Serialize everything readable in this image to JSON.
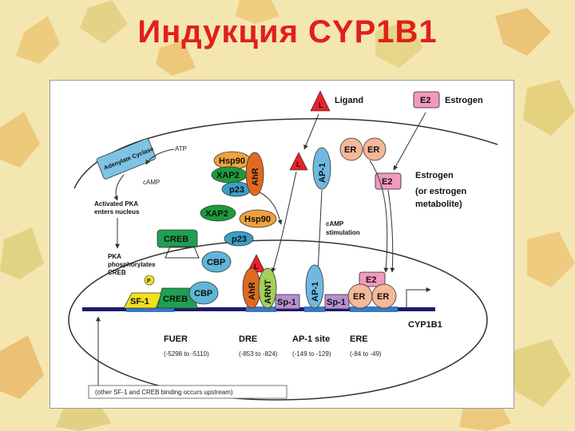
{
  "slide": {
    "title": "Индукция CYP1B1"
  },
  "diagram": {
    "legend": {
      "ligand_symbol": "L",
      "ligand_label": "Ligand",
      "estrogen_symbol": "E2",
      "estrogen_label": "Estrogen"
    },
    "cytoplasm": {
      "adenylate_cyclase": "Adenylate Cyclase",
      "atp": "ATP",
      "camp": "cAMP",
      "activated_pka_line1": "Activated PKA",
      "activated_pka_line2": "enters nucleus",
      "hsp90": "Hsp90",
      "xap2": "XAP2",
      "ahr": "AhR",
      "p23": "p23",
      "ligand": "L",
      "ap1": "AP-1",
      "er": "ER",
      "e2": "E2",
      "estrogen_metab_line1": "Estrogen",
      "estrogen_metab_line2": "(or estrogen",
      "estrogen_metab_line3": "metabolite)"
    },
    "nucleus": {
      "xap2": "XAP2",
      "hsp90": "Hsp90",
      "p23": "p23",
      "creb": "CREB",
      "cbp": "CBP",
      "pka_line1": "PKA",
      "pka_line2": "phosphorylates",
      "pka_line3": "CREB",
      "camp_stim_line1": "cAMP",
      "camp_stim_line2": "stimulation",
      "phospho": "P",
      "sf1": "SF-1",
      "creb_dna": "CREB",
      "cbp_dna": "CBP",
      "ahr": "AhR",
      "arnt": "ARNT",
      "ligand": "L",
      "sp1_a": "Sp-1",
      "ap1": "AP-1",
      "sp1_b": "Sp-1",
      "e2": "E2",
      "er_a": "ER",
      "er_b": "ER"
    },
    "gene": {
      "name": "CYP1B1",
      "sites": [
        {
          "name": "FUER",
          "range": "(-5298 to -5110)"
        },
        {
          "name": "DRE",
          "range": "(-853 to -824)"
        },
        {
          "name": "AP-1 site",
          "range": "(-149 to -129)"
        },
        {
          "name": "ERE",
          "range": "(-84 to -49)"
        }
      ],
      "note": "(other SF-1 and CREB binding occurs upstream)"
    },
    "colors": {
      "title": "#e0201b",
      "membrane": "#333333",
      "ligand": "#e8212a",
      "e2_fill": "#f19ac0",
      "hsp90": "#f0a23a",
      "xap2": "#1d9a3a",
      "ahr": "#e06a1f",
      "p23": "#3aa0c8",
      "ap1": "#6fb8e0",
      "er": "#f4b89a",
      "creb": "#1fa052",
      "cbp": "#5fb6d8",
      "sf1": "#f0e020",
      "sp1": "#b890d0",
      "dna": "#1b1b6b",
      "dna_site": "#3a78c0"
    }
  }
}
